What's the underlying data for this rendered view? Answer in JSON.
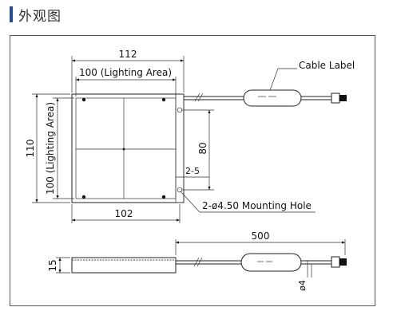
{
  "header": {
    "title": "外观图"
  },
  "drawing": {
    "dim_width_outer": "112",
    "dim_lighting_width": "100 (Lighting Area)",
    "dim_height_outer": "110",
    "dim_lighting_height": "100 (Lighting Area)",
    "dim_bottom_width": "102",
    "dim_hole_spacing": "80",
    "dim_hole_offset": "2-5",
    "mounting_hole_label": "2-ø4.50 Mounting Hole",
    "cable_label": "Cable Label",
    "dim_cable_length": "500",
    "dim_thickness": "15",
    "dim_cable_dia": "ø4"
  }
}
